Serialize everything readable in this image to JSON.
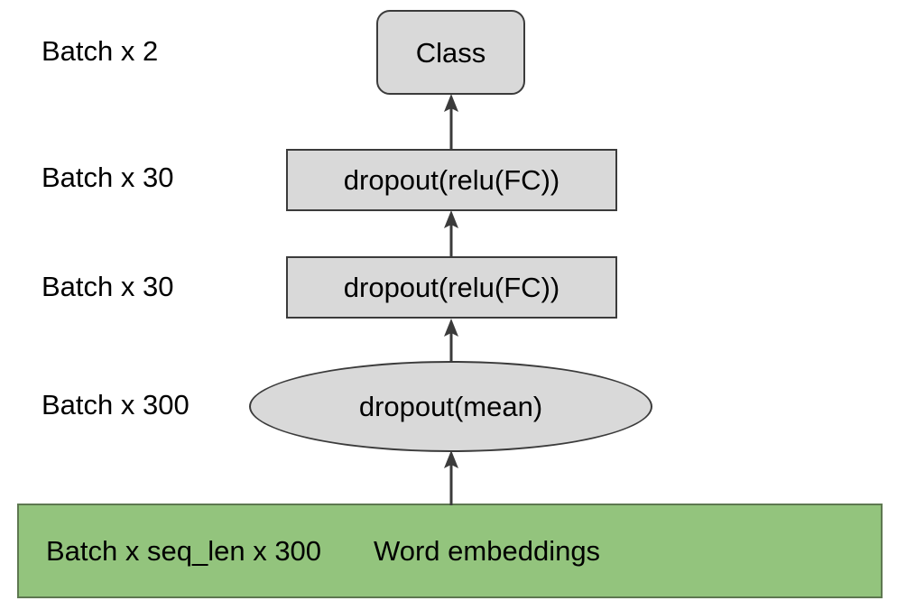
{
  "diagram": {
    "title": "Neural network architecture stack",
    "background_color": "#ffffff",
    "node_fill": "#d9d9d9",
    "node_stroke": "#3b3b3b",
    "embedding_fill": "#93c47d",
    "embedding_stroke": "#5e7850",
    "text_color": "#000000",
    "arrow_color": "#3b3b3b"
  },
  "dim_labels": {
    "class": "Batch x 2",
    "fc_top": "Batch x 30",
    "fc_bottom": "Batch x 30",
    "pooling": "Batch x 300"
  },
  "nodes": {
    "class": "Class",
    "fc_top": "dropout(relu(FC))",
    "fc_bottom": "dropout(relu(FC))",
    "pooling": "dropout(mean)",
    "embeddings_dims": "Batch x seq_len x 300",
    "embeddings_name": "Word embeddings"
  },
  "flow": {
    "order": [
      "Word embeddings",
      "dropout(mean)",
      "dropout(relu(FC))",
      "dropout(relu(FC))",
      "Class"
    ],
    "direction": "bottom-to-top"
  }
}
